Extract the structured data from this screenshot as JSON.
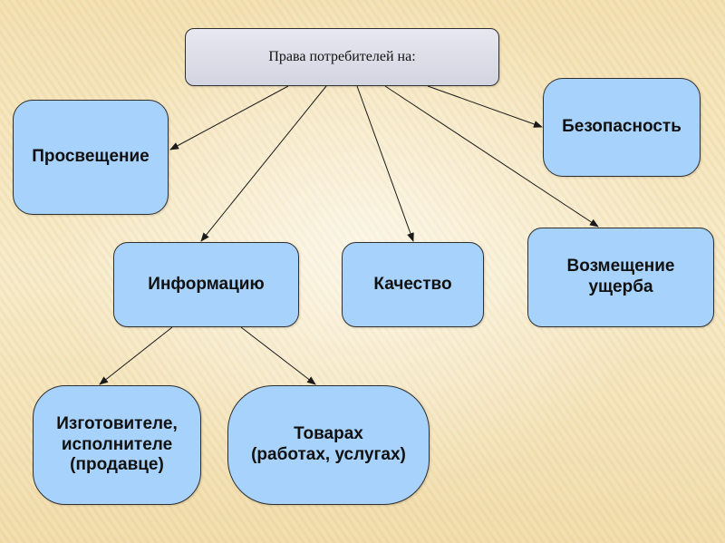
{
  "diagram": {
    "root": "Права потребителей на:",
    "education": "Просвещение",
    "safety": "Безопасность",
    "information": "Информацию",
    "quality": "Качество",
    "damages": "Возмещение\nущерба",
    "manufacturer": "Изготовителе,\nисполнителе\n(продавце)",
    "goods": "Товарах\n(работах, услугах)"
  },
  "colors": {
    "node_fill": "#a7d2fb",
    "root_fill": "#dcdde7",
    "border": "#2f2f2f",
    "background": "#f6e6bd"
  }
}
